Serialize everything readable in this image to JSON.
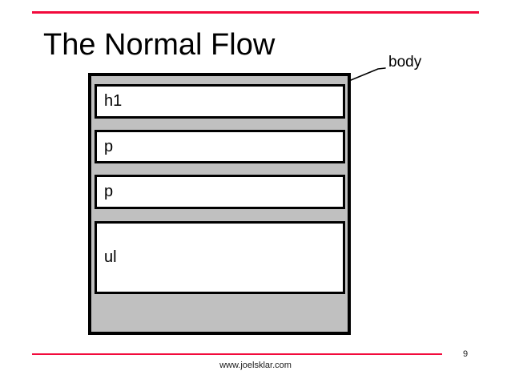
{
  "slide": {
    "title": "The Normal Flow",
    "page_number": "9",
    "footer_url": "www.joelsklar.com"
  },
  "diagram": {
    "container_label": "body",
    "boxes": [
      {
        "label": "h1"
      },
      {
        "label": "p"
      },
      {
        "label": "p"
      },
      {
        "label": "ul"
      }
    ]
  },
  "colors": {
    "accent_red": "#f20a3c",
    "body_fill": "#c0c0c0",
    "border": "#000000"
  }
}
